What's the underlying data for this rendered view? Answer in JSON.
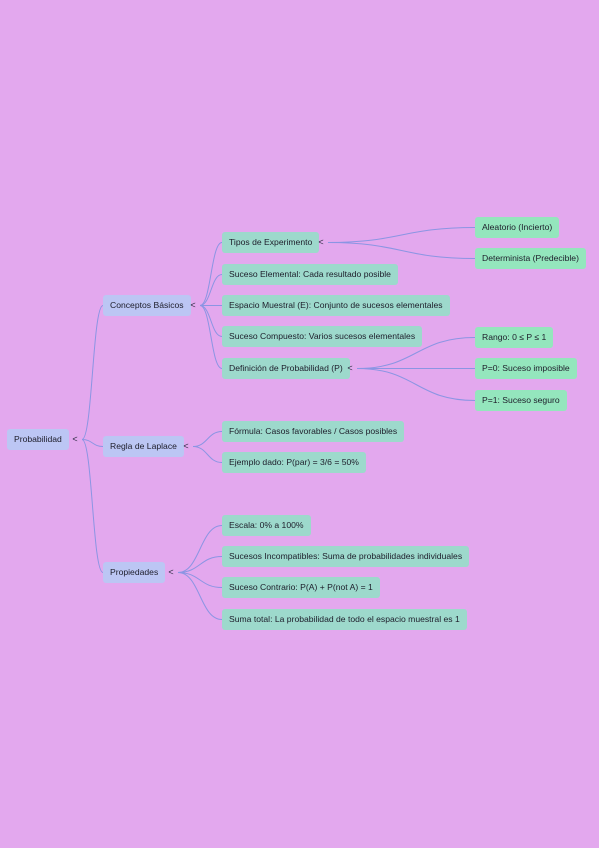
{
  "colors": {
    "background": "#e3a8ee",
    "edge": "#8b95e3",
    "root_node": "#bcc6f4",
    "branch_node": "#bcc6f4",
    "topic_node": "#9dd9cc",
    "leaf_node": "#94e6bd"
  },
  "toggle_glyph": "<",
  "root": {
    "label": "Probabilidad",
    "branches": [
      {
        "label": "Conceptos Básicos",
        "topics": [
          {
            "label": "Tipos de Experimento",
            "leaves": [
              "Aleatorio (Incierto)",
              "Determinista (Predecible)"
            ]
          },
          {
            "label": "Suceso Elemental: Cada resultado posible"
          },
          {
            "label": "Espacio Muestral (E): Conjunto de sucesos elementales"
          },
          {
            "label": "Suceso Compuesto: Varios sucesos elementales"
          },
          {
            "label": "Definición de Probabilidad (P)",
            "leaves": [
              "Rango: 0 ≤ P ≤ 1",
              "P=0: Suceso imposible",
              "P=1: Suceso seguro"
            ]
          }
        ]
      },
      {
        "label": "Regla de Laplace",
        "topics": [
          {
            "label": "Fórmula: Casos favorables / Casos posibles"
          },
          {
            "label": "Ejemplo dado: P(par) = 3/6 = 50%"
          }
        ]
      },
      {
        "label": "Propiedades",
        "topics": [
          {
            "label": "Escala: 0% a 100%"
          },
          {
            "label": "Sucesos Incompatibles: Suma de probabilidades individuales"
          },
          {
            "label": "Suceso Contrario: P(A) + P(not A) = 1"
          },
          {
            "label": "Suma total: La probabilidad de todo el espacio muestral es 1"
          }
        ]
      }
    ]
  }
}
